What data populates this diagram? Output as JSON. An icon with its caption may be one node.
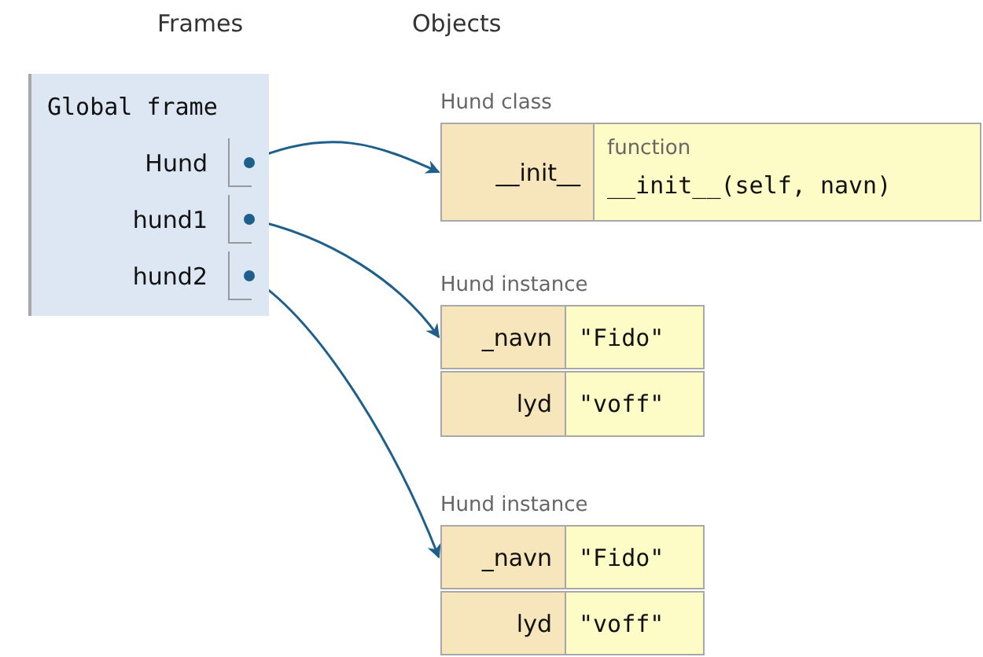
{
  "diagram": {
    "nodes": [
      {
        "text": [
          "Global frame"
        ]
      },
      {
        "text": [
          "Hund"
        ],
        "in": 0
      },
      {
        "text": [
          "hund1"
        ],
        "in": 0
      },
      {
        "text": [
          "hund2"
        ],
        "in": 0
      },
      {
        "text": [
          "Hund class"
        ]
      },
      {
        "text": [
          "__init__"
        ],
        "in": 4
      },
      {
        "text": [
          "function",
          "__init__(self, navn)"
        ],
        "in": 4
      },
      {
        "text": [
          "Hund instance"
        ]
      },
      {
        "text": [
          "_navn"
        ],
        "in": 7
      },
      {
        "text": [
          "\"Fido\""
        ],
        "in": 7
      },
      {
        "text": [
          "lyd"
        ],
        "in": 7
      },
      {
        "text": [
          "\"voff\""
        ],
        "in": 7
      },
      {
        "text": [
          "Hund instance"
        ]
      },
      {
        "text": [
          "_navn"
        ],
        "in": 12
      },
      {
        "text": [
          "\"Fido\""
        ],
        "in": 12
      },
      {
        "text": [
          "lyd"
        ],
        "in": 12
      },
      {
        "text": [
          "\"voff\""
        ],
        "in": 12
      }
    ],
    "edges": [
      {
        "from": 1,
        "to": 4,
        "arrow": "to"
      },
      {
        "from": 2,
        "to": 7,
        "arrow": "to"
      },
      {
        "from": 3,
        "to": 12,
        "arrow": "to"
      }
    ],
    "labels": [
      "Frames",
      "Objects"
    ]
  }
}
